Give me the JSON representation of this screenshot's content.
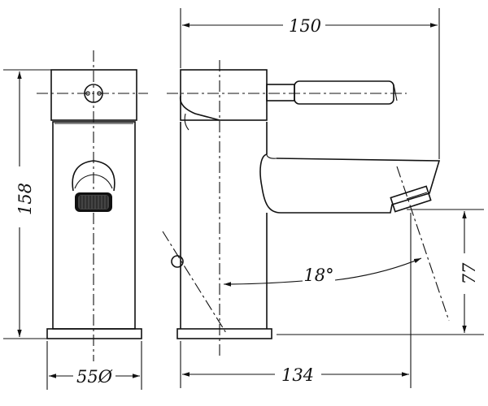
{
  "dimensions": {
    "overall_height": "158",
    "body_width": "55Ø",
    "overall_length": "150",
    "spout_reach": "134",
    "spout_height": "77",
    "handle_angle": "18°"
  }
}
